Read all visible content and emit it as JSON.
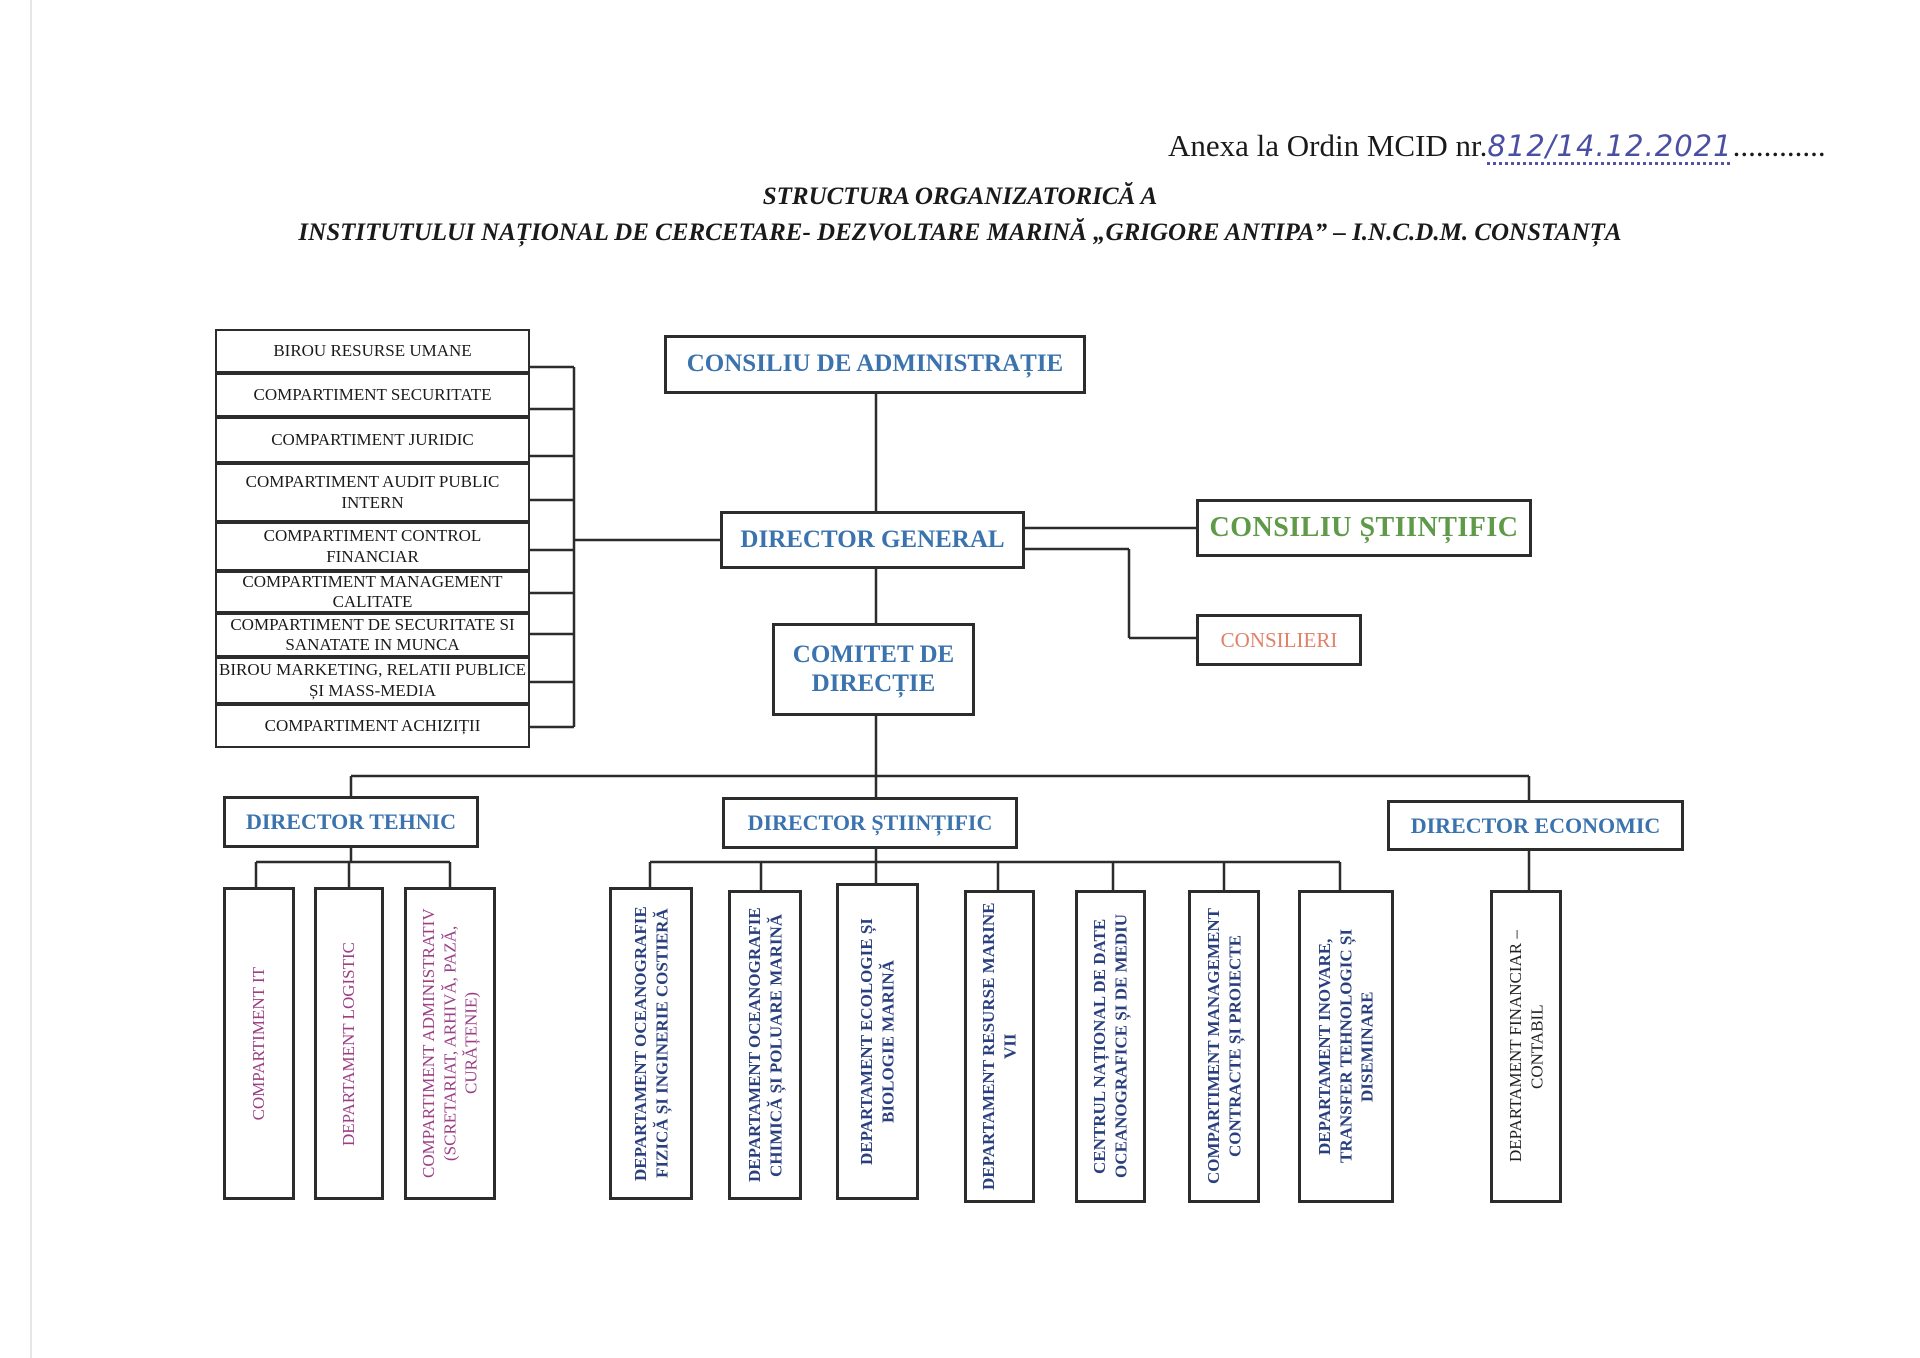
{
  "annex": {
    "prefix": "Anexa la Ordin MCID nr.",
    "number": "812/14.12.2021",
    "dots": "............"
  },
  "title": {
    "line1": "STRUCTURA ORGANIZATORICĂ A",
    "line2": "INSTITUTULUI NAȚIONAL DE CERCETARE- DEZVOLTARE MARINĂ „GRIGORE ANTIPA” – I.N.C.D.M. CONSTANȚA"
  },
  "colors": {
    "main": "#3a73ad",
    "consiliu_stiintific": "#5f9a49",
    "consilieri": "#e0826a",
    "tech_units": "#9b3f86",
    "sci_units": "#2a3f7e"
  },
  "nodes": {
    "consiliu_administratie": "CONSILIU DE ADMINISTRAȚIE",
    "director_general": "DIRECTOR GENERAL",
    "consiliu_stiintific": "CONSILIU ȘTIINȚIFIC",
    "consilieri": "CONSILIERI",
    "comitet_directie": "COMITET DE DIRECȚIE",
    "director_tehnic": "DIRECTOR TEHNIC",
    "director_stiintific": "DIRECTOR ȘTIINȚIFIC",
    "director_economic": "DIRECTOR ECONOMIC"
  },
  "side_units": [
    "BIROU RESURSE UMANE",
    "COMPARTIMENT SECURITATE",
    "COMPARTIMENT JURIDIC",
    "COMPARTIMENT AUDIT PUBLIC INTERN",
    "COMPARTIMENT CONTROL FINANCIAR",
    "COMPARTIMENT MANAGEMENT CALITATE",
    "COMPARTIMENT DE SECURITATE SI SANATATE IN MUNCA",
    "BIROU MARKETING, RELATII PUBLICE ȘI MASS-MEDIA",
    "COMPARTIMENT ACHIZIȚII"
  ],
  "tech_units": [
    "COMPARTIMENT IT",
    "DEPARTAMENT LOGISTIC",
    "COMPARTIMENT ADMINISTRATIV (SCRETARIAT, ARHIVĂ, PAZĂ, CURĂȚENIE)"
  ],
  "sci_units": [
    "DEPARTAMENT OCEANOGRAFIE FIZICĂ ȘI INGINERIE COSTIERĂ",
    "DEPARTAMENT OCEANOGRAFIE CHIMICĂ ȘI POLUARE MARINĂ",
    "DEPARTAMENT ECOLOGIE ȘI BIOLOGIE MARINĂ",
    "DEPARTAMENT RESURSE MARINE VII",
    "CENTRUL NAȚIONAL DE DATE OCEANOGRAFICE ȘI DE MEDIU",
    "COMPARTIMENT MANAGEMENT CONTRACTE ȘI PROIECTE",
    "DEPARTAMENT INOVARE, TRANSFER TEHNOLOGIC ȘI DISEMINARE"
  ],
  "econ_units": [
    "DEPARTAMENT FINANCIAR – CONTABIL"
  ]
}
